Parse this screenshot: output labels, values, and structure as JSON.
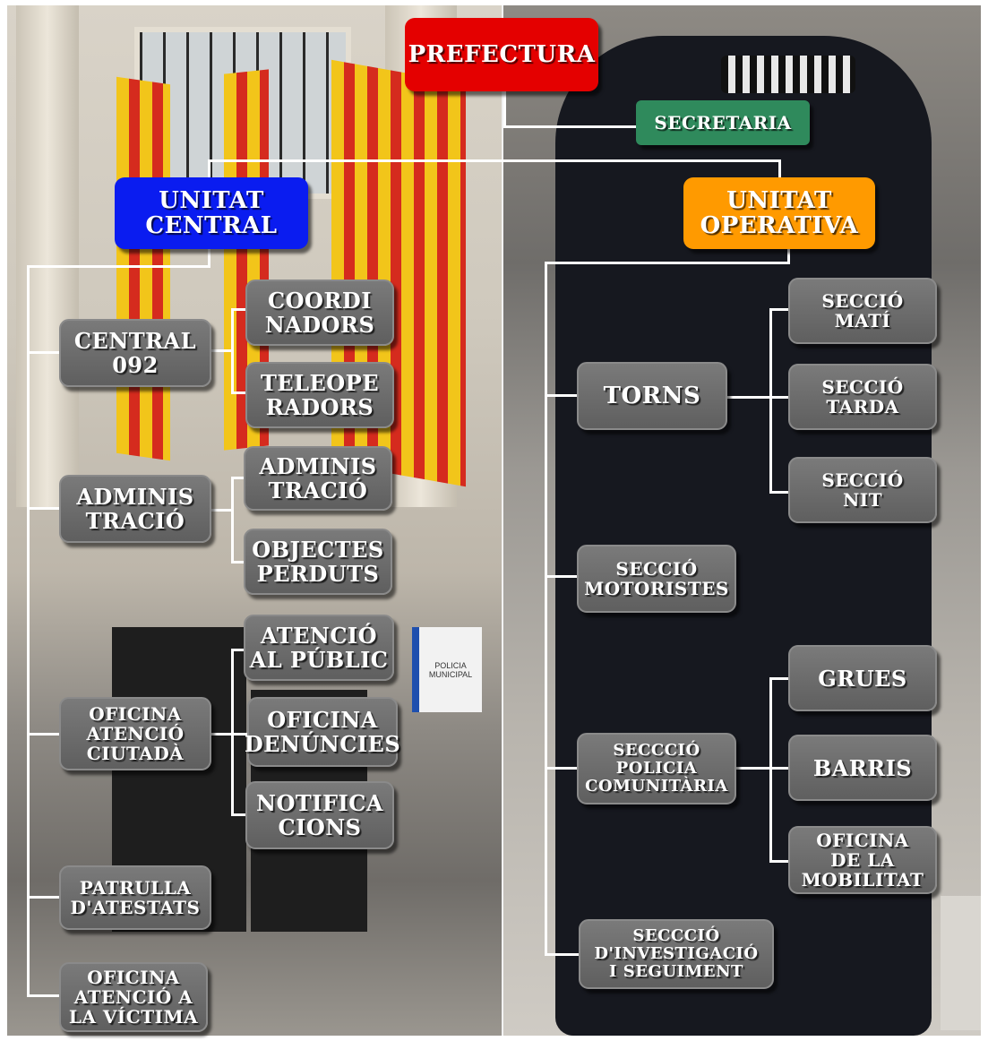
{
  "top": {
    "prefectura": "PREFECTURA",
    "secretaria": "SECRETARIA"
  },
  "central": {
    "title": "UNITAT\nCENTRAL",
    "central_092": "CENTRAL\n092",
    "coordinadors": "COORDI\nNADORS",
    "teleoperadors": "TELEOPE\nRADORS",
    "administracio": "ADMINIS\nTRACIÓ",
    "administracio_sub": "ADMINIS\nTRACIÓ",
    "objectes_perduts": "OBJECTES\nPERDUTS",
    "oficina_atencio": "OFICINA\nATENCIÓ\nCIUTADÀ",
    "atencio_public": "ATENCIÓ\nAL PÚBLIC",
    "oficina_denuncies": "OFICINA\nDENÚNCIES",
    "notificacions": "NOTIFICA\nCIONS",
    "patrulla": "PATRULLA\nD'ATESTATS",
    "oficina_victima": "OFICINA\nATENCIÓ A\nLA VÍCTIMA"
  },
  "operativa": {
    "title": "UNITAT\nOPERATIVA",
    "torns": "TORNS",
    "seccio_mati": "SECCIÓ\nMATÍ",
    "seccio_tarda": "SECCIÓ\nTARDA",
    "seccio_nit": "SECCIÓ\nNIT",
    "seccio_motoristes": "SECCIÓ\nMOTORISTES",
    "seccio_policia": "SECCCIÓ\nPOLICIA\nCOMUNITÀRIA",
    "grues": "GRUES",
    "barris": "BARRIS",
    "oficina_mobilitat": "OFICINA\nDE LA\nMOBILITAT",
    "seccio_investigacio": "SECCCIÓ\nD'INVESTIGACIÓ\nI SEGUIMENT"
  },
  "photo_signage": "POLICIA\nMUNICIPAL",
  "colors": {
    "prefectura": "#e40000",
    "secretaria": "#2f8a5c",
    "unitat_central": "#0a1cf0",
    "unitat_operativa": "#ff9a00",
    "unit_box": "#6a6a6a",
    "connector": "#ffffff"
  }
}
